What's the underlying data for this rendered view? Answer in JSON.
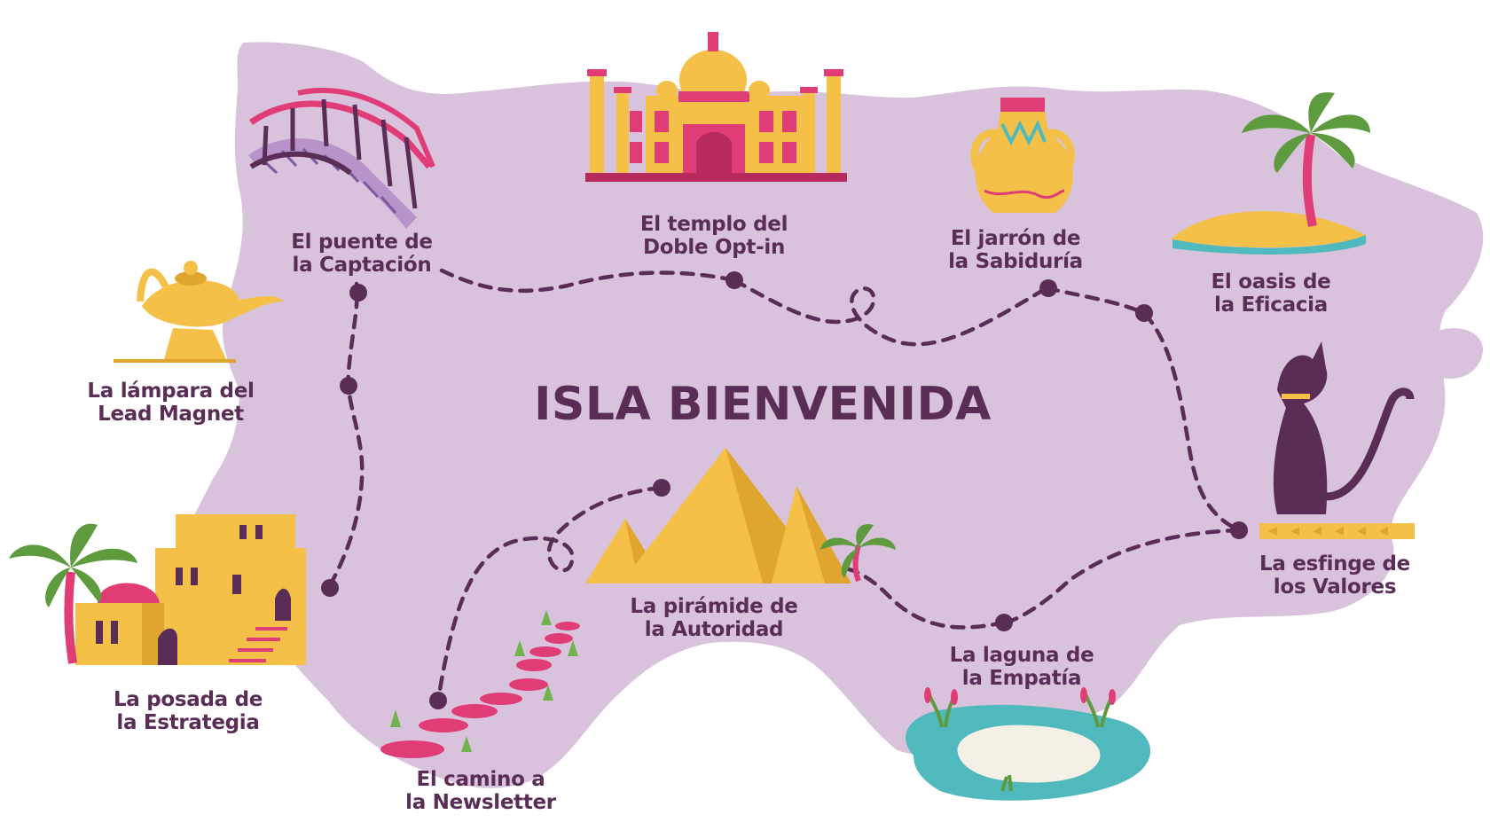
{
  "map": {
    "title": "ISLA BIENVENIDA",
    "colors": {
      "island": "#d8c2dc",
      "path": "#5a2d57",
      "text": "#5a2d57",
      "gold": "#f4c048",
      "pink": "#e03d77",
      "green": "#5e9a3e",
      "water": "#4fb9bd"
    },
    "locations": [
      {
        "id": "puente",
        "line1": "El puente de",
        "line2": "la Captación",
        "icon": "bridge-icon"
      },
      {
        "id": "templo",
        "line1": "El templo del",
        "line2": "Doble Opt-in",
        "icon": "temple-icon"
      },
      {
        "id": "jarron",
        "line1": "El jarrón de",
        "line2": "la Sabiduría",
        "icon": "vase-icon"
      },
      {
        "id": "oasis",
        "line1": "El oasis de",
        "line2": "la Eficacia",
        "icon": "oasis-palm-icon"
      },
      {
        "id": "lampara",
        "line1": "La lámpara del",
        "line2": "Lead Magnet",
        "icon": "magic-lamp-icon"
      },
      {
        "id": "esfinge",
        "line1": "La  esfinge de",
        "line2": "los Valores",
        "icon": "cat-statue-icon"
      },
      {
        "id": "posada",
        "line1": "La posada de",
        "line2": "la Estrategia",
        "icon": "inn-building-icon"
      },
      {
        "id": "piramide",
        "line1": "La pirámide de",
        "line2": "la Autoridad",
        "icon": "pyramids-icon"
      },
      {
        "id": "laguna",
        "line1": "La laguna de",
        "line2": "la Empatía",
        "icon": "lagoon-icon"
      },
      {
        "id": "camino",
        "line1": "El camino a",
        "line2": "la Newsletter",
        "icon": "stepping-stones-icon"
      }
    ]
  }
}
